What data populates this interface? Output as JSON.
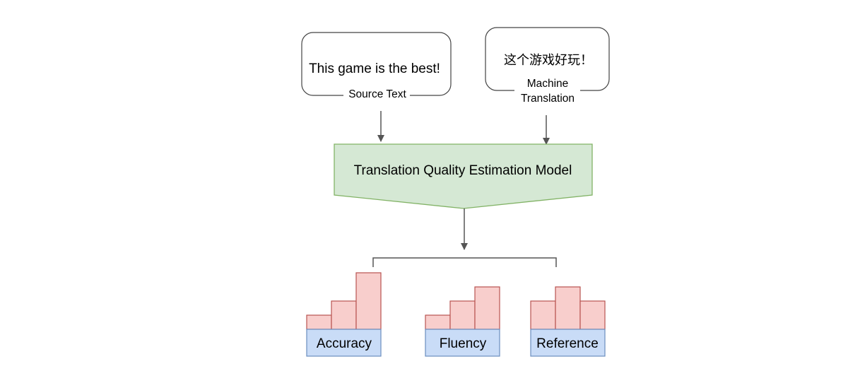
{
  "source": {
    "sentence": "This game is the best!",
    "label": "Source Text"
  },
  "machine_translation": {
    "sentence": "这个游戏好玩！",
    "label_line1": "Machine",
    "label_line2": "Translation"
  },
  "model": {
    "label": "Translation Quality Estimation Model"
  },
  "metrics": [
    {
      "label": "Accuracy",
      "bar_levels": [
        1,
        2,
        4
      ]
    },
    {
      "label": "Fluency",
      "bar_levels": [
        1,
        2,
        3
      ]
    },
    {
      "label": "Reference",
      "bar_levels": [
        2,
        3,
        2
      ]
    }
  ],
  "colors": {
    "model_fill": "#d5e8d4",
    "model_stroke": "#82b366",
    "bar_fill": "#f8cecc",
    "bar_stroke": "#b85450",
    "label_fill": "#c9dcf7",
    "label_stroke": "#6c8ebf",
    "line": "#555555"
  }
}
